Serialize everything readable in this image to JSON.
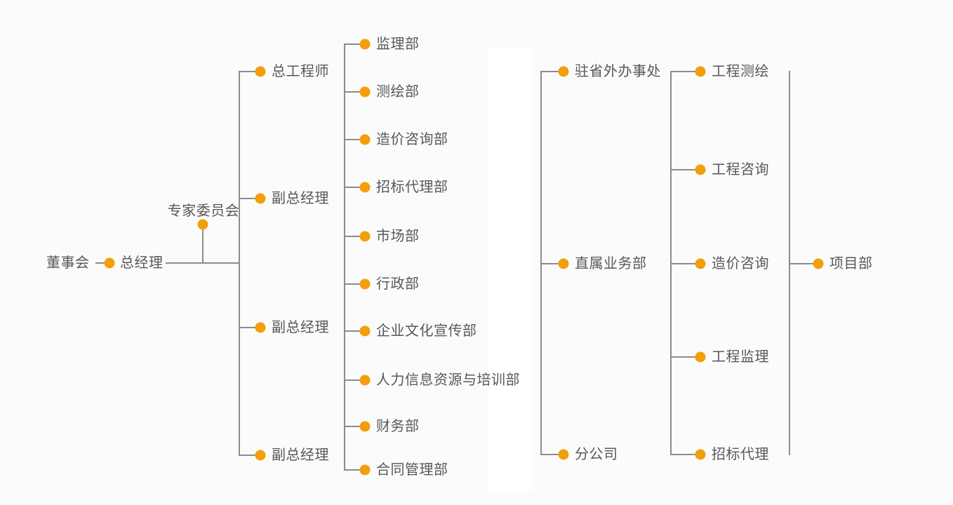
{
  "colors": {
    "accent_dot": "#f39e0b",
    "connector_line": "#8c8c8c",
    "label_text": "#595757",
    "background": "#fbfbfb"
  },
  "org_chart": {
    "type": "organization-diagram",
    "board": {
      "label": "董事会"
    },
    "general_manager": {
      "label": "总经理"
    },
    "expert_committee": {
      "label": "专家委员会"
    },
    "executive_column": {
      "items": [
        "总工程师",
        "副总经理",
        "副总经理",
        "副总经理"
      ]
    },
    "department_column": {
      "items": [
        "监理部",
        "测绘部",
        "造价咨询部",
        "招标代理部",
        "市场部",
        "行政部",
        "企业文化宣传部",
        "人力信息资源与培训部",
        "财务部",
        "合同管理部"
      ]
    },
    "branch_column": {
      "items": [
        "驻省外办事处",
        "直属业务部",
        "分公司"
      ]
    },
    "business_column": {
      "items": [
        "工程测绘",
        "工程咨询",
        "造价咨询",
        "工程监理",
        "招标代理"
      ]
    },
    "project_department": {
      "label": "项目部"
    }
  }
}
